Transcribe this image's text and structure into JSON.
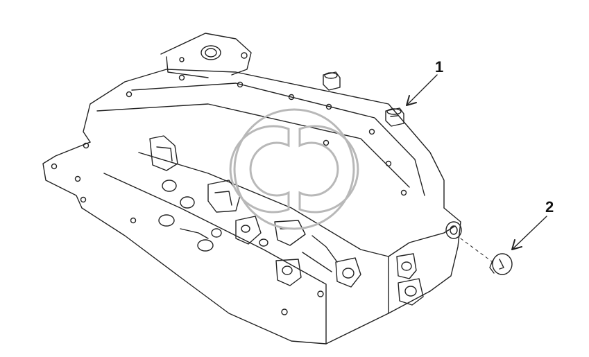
{
  "diagram": {
    "callouts": [
      {
        "number": "1",
        "part": "plug"
      },
      {
        "number": "2",
        "part": "plug"
      }
    ],
    "colors": {
      "line": "#222222",
      "watermark": "#b8b8b8",
      "background": "#ffffff"
    },
    "watermark": {
      "kind": "logo"
    }
  }
}
